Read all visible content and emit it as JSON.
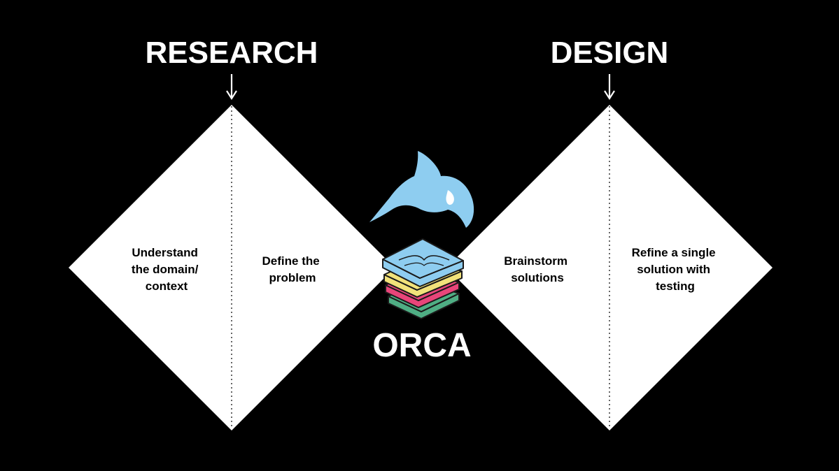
{
  "headings": {
    "left": "RESEARCH",
    "right": "DESIGN"
  },
  "phases": [
    {
      "lines": [
        "Understand",
        "the domain/",
        "context"
      ]
    },
    {
      "lines": [
        "Define the",
        "problem"
      ]
    },
    {
      "lines": [
        "Brainstorm",
        "solutions"
      ]
    },
    {
      "lines": [
        "Refine a single",
        "solution with",
        "testing"
      ]
    }
  ],
  "logo": {
    "text": "ORCA",
    "icon": "orca-whale-icon",
    "stack_icon": "layer-stack-icon",
    "colors": {
      "whale": "#8ecdf0",
      "layer_top": "#8ecdf0",
      "layer_yellow": "#f2e27a",
      "layer_pink": "#e8457a",
      "layer_green": "#4fae84"
    }
  },
  "colors": {
    "background": "#000000",
    "diamond": "#ffffff",
    "text_on_diamond": "#000000",
    "heading": "#ffffff"
  }
}
